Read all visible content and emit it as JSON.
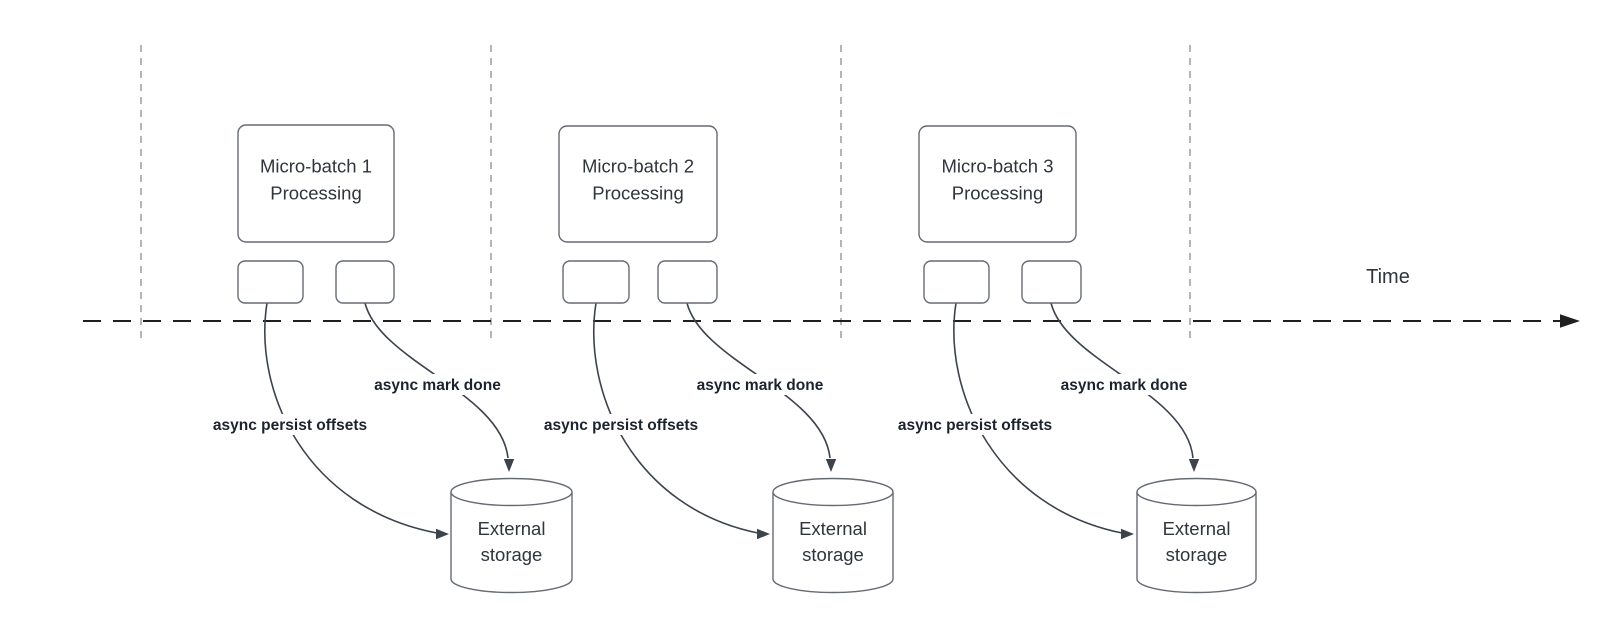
{
  "diagram": {
    "time_axis_label": "Time",
    "batches": [
      {
        "title": "Micro-batch 1",
        "subtitle": "Processing",
        "persist_label": "async persist offsets",
        "done_label": "async mark done",
        "storage_title_line1": "External",
        "storage_title_line2": "storage"
      },
      {
        "title": "Micro-batch 2",
        "subtitle": "Processing",
        "persist_label": "async persist offsets",
        "done_label": "async mark done",
        "storage_title_line1": "External",
        "storage_title_line2": "storage"
      },
      {
        "title": "Micro-batch 3",
        "subtitle": "Processing",
        "persist_label": "async persist offsets",
        "done_label": "async mark done",
        "storage_title_line1": "External",
        "storage_title_line2": "storage"
      }
    ],
    "colors": {
      "background": "#ffffff",
      "shape-stroke": "#666b73",
      "edge-stroke": "#3d434d",
      "node-text": "#30353d",
      "label-text": "#1c222e",
      "timeline": "#1f1f1f",
      "guide-line": "#aaadb3"
    }
  }
}
